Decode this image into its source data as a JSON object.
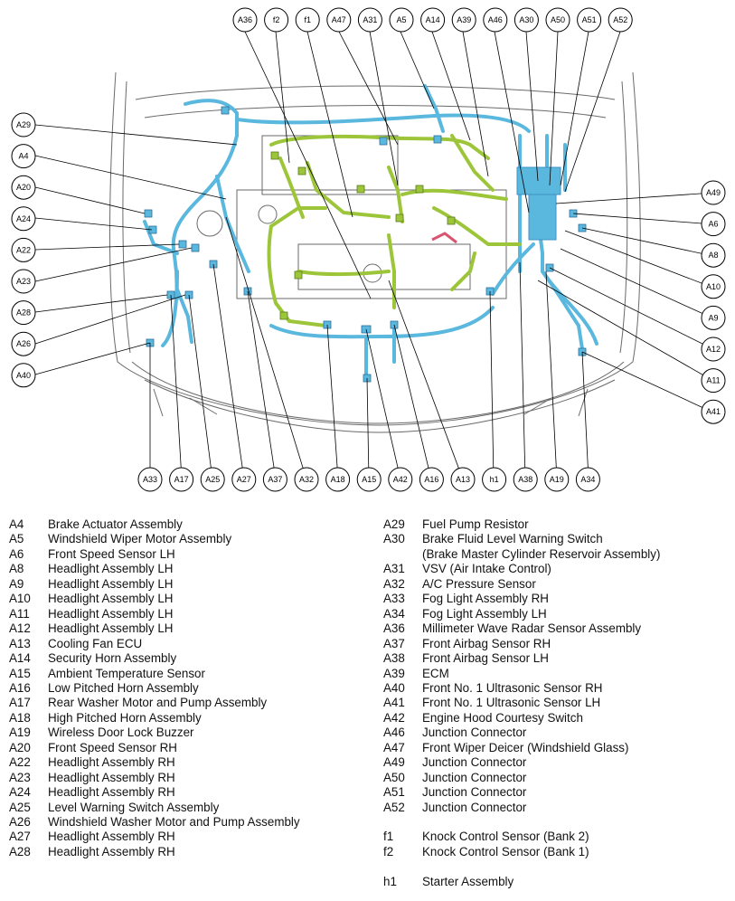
{
  "colors": {
    "harness_blue": "#5ab8de",
    "harness_green": "#9dc53a",
    "harness_red": "#d9546e",
    "body_line": "#6a6a6a",
    "connector": "#3f90c4"
  },
  "callouts": {
    "top": [
      "A36",
      "f2",
      "f1",
      "A47",
      "A31",
      "A5",
      "A14",
      "A39",
      "A46",
      "A30",
      "A50",
      "A51",
      "A52"
    ],
    "left": [
      "A29",
      "A4",
      "A20",
      "A24",
      "A22",
      "A23",
      "A28",
      "A26",
      "A40"
    ],
    "right": [
      "A49",
      "A6",
      "A8",
      "A10",
      "A9",
      "A12",
      "A11",
      "A41"
    ],
    "bottom": [
      "A33",
      "A17",
      "A25",
      "A27",
      "A37",
      "A32",
      "A18",
      "A15",
      "A42",
      "A16",
      "A13",
      "h1",
      "A38",
      "A19",
      "A34"
    ]
  },
  "legend": {
    "left": [
      {
        "code": "A4",
        "name": "Brake Actuator Assembly"
      },
      {
        "code": "A5",
        "name": "Windshield Wiper Motor Assembly"
      },
      {
        "code": "A6",
        "name": "Front Speed Sensor LH"
      },
      {
        "code": "A8",
        "name": "Headlight Assembly LH"
      },
      {
        "code": "A9",
        "name": "Headlight Assembly LH"
      },
      {
        "code": "A10",
        "name": "Headlight Assembly LH"
      },
      {
        "code": "A11",
        "name": "Headlight Assembly LH"
      },
      {
        "code": "A12",
        "name": "Headlight Assembly LH"
      },
      {
        "code": "A13",
        "name": "Cooling Fan ECU"
      },
      {
        "code": "A14",
        "name": "Security Horn Assembly"
      },
      {
        "code": "A15",
        "name": "Ambient Temperature Sensor"
      },
      {
        "code": "A16",
        "name": "Low Pitched Horn Assembly"
      },
      {
        "code": "A17",
        "name": "Rear Washer Motor and Pump Assembly"
      },
      {
        "code": "A18",
        "name": "High Pitched Horn Assembly"
      },
      {
        "code": "A19",
        "name": "Wireless Door Lock Buzzer"
      },
      {
        "code": "A20",
        "name": "Front Speed Sensor RH"
      },
      {
        "code": "A22",
        "name": "Headlight Assembly RH"
      },
      {
        "code": "A23",
        "name": "Headlight Assembly RH"
      },
      {
        "code": "A24",
        "name": "Headlight Assembly RH"
      },
      {
        "code": "A25",
        "name": "Level Warning Switch Assembly"
      },
      {
        "code": "A26",
        "name": "Windshield Washer Motor and Pump Assembly"
      },
      {
        "code": "A27",
        "name": "Headlight Assembly RH"
      },
      {
        "code": "A28",
        "name": "Headlight Assembly RH"
      }
    ],
    "right": [
      {
        "code": "A29",
        "name": "Fuel Pump Resistor"
      },
      {
        "code": "A30",
        "name": "Brake Fluid Level Warning Switch"
      },
      {
        "code": "",
        "name": "(Brake Master Cylinder Reservoir Assembly)"
      },
      {
        "code": "A31",
        "name": "VSV (Air Intake Control)"
      },
      {
        "code": "A32",
        "name": "A/C Pressure Sensor"
      },
      {
        "code": "A33",
        "name": "Fog Light Assembly RH"
      },
      {
        "code": "A34",
        "name": "Fog Light Assembly LH"
      },
      {
        "code": "A36",
        "name": "Millimeter Wave Radar Sensor Assembly"
      },
      {
        "code": "A37",
        "name": "Front Airbag Sensor RH"
      },
      {
        "code": "A38",
        "name": "Front Airbag Sensor LH"
      },
      {
        "code": "A39",
        "name": "ECM"
      },
      {
        "code": "A40",
        "name": "Front No. 1 Ultrasonic Sensor RH"
      },
      {
        "code": "A41",
        "name": "Front No. 1 Ultrasonic Sensor LH"
      },
      {
        "code": "A42",
        "name": "Engine Hood Courtesy Switch"
      },
      {
        "code": "A46",
        "name": "Junction Connector"
      },
      {
        "code": "A47",
        "name": "Front Wiper Deicer (Windshield Glass)"
      },
      {
        "code": "A49",
        "name": "Junction Connector"
      },
      {
        "code": "A50",
        "name": "Junction Connector"
      },
      {
        "code": "A51",
        "name": "Junction Connector"
      },
      {
        "code": "A52",
        "name": "Junction Connector"
      },
      {
        "code": "",
        "name": ""
      },
      {
        "code": "f1",
        "name": "Knock Control Sensor (Bank 2)"
      },
      {
        "code": "f2",
        "name": "Knock Control Sensor (Bank 1)"
      },
      {
        "code": "",
        "name": ""
      },
      {
        "code": "h1",
        "name": "Starter Assembly"
      }
    ]
  }
}
